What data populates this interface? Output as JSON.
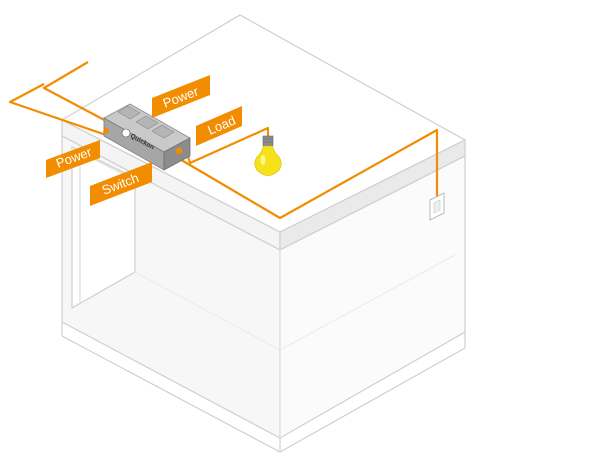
{
  "colors": {
    "wire": "#f28c00",
    "label_bg": "#f28c00",
    "label_text": "#ffffff",
    "room_line": "#cfcfcf",
    "bulb_glass": "#f5e21b",
    "device_body": "#9a9a9a"
  },
  "labels": {
    "power_top": "Power",
    "load": "Load",
    "power_left": "Power",
    "switch": "Switch"
  },
  "device": {
    "brand": "Quickon"
  },
  "icons": {
    "bulb": "light-bulb-icon",
    "wall_switch": "wall-switch-icon",
    "junction_box": "junction-box-icon"
  }
}
